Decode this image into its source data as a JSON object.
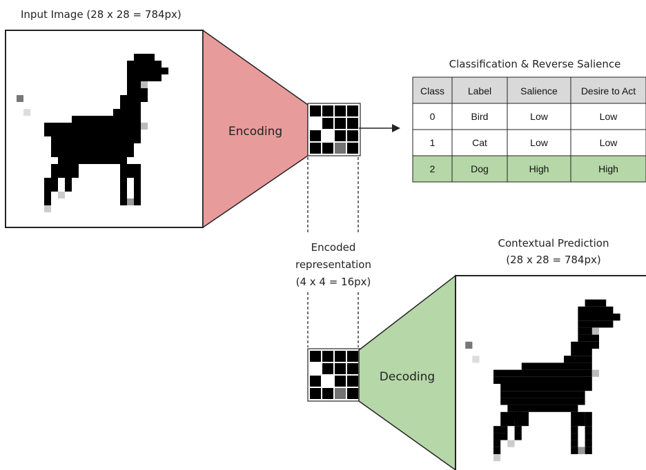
{
  "input_image": {
    "caption": "Input Image (28 x 28 = 784px)"
  },
  "encoder": {
    "label": "Encoding",
    "color": "#e89b9b"
  },
  "decoder": {
    "label": "Decoding",
    "color": "#b6d7a8"
  },
  "encoded": {
    "caption_lines": [
      "Encoded",
      "representation",
      "(4 x 4 = 16px)"
    ],
    "grid": [
      [
        0,
        0,
        0,
        0
      ],
      [
        1,
        0,
        0,
        0
      ],
      [
        0,
        1,
        0,
        0
      ],
      [
        0,
        0,
        0.45,
        0
      ]
    ]
  },
  "table": {
    "title": "Classification & Reverse Salience",
    "headers": [
      "Class",
      "Label",
      "Salience",
      "Desire to Act"
    ],
    "rows": [
      {
        "cells": [
          "0",
          "Bird",
          "Low",
          "Low"
        ],
        "highlight": false
      },
      {
        "cells": [
          "1",
          "Cat",
          "Low",
          "Low"
        ],
        "highlight": false
      },
      {
        "cells": [
          "2",
          "Dog",
          "High",
          "High"
        ],
        "highlight": true
      }
    ],
    "header_color": "#d9d9d9",
    "highlight_color": "#b6d7a8"
  },
  "prediction": {
    "caption_lines": [
      "Contextual Prediction",
      "(28 x 28 = 784px)"
    ]
  }
}
